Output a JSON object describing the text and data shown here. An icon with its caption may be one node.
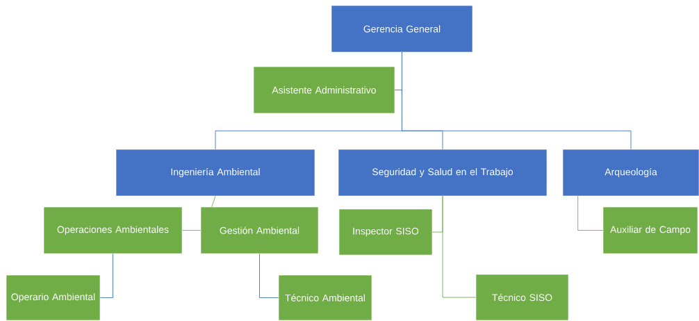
{
  "diagram": {
    "nodes": [
      {
        "text": [
          "Gerencia General"
        ]
      },
      {
        "text": [
          "Asistente Administrativo"
        ]
      },
      {
        "text": [
          "Ingeniería Ambiental"
        ]
      },
      {
        "text": [
          "Seguridad y Salud en el Trabajo"
        ]
      },
      {
        "text": [
          "Arqueología"
        ]
      },
      {
        "text": [
          "Operaciones Ambientales"
        ]
      },
      {
        "text": [
          "Gestión Ambiental"
        ]
      },
      {
        "text": [
          "Inspector SISO"
        ]
      },
      {
        "text": [
          "Auxiliar de Campo"
        ]
      },
      {
        "text": [
          "Operario Ambiental"
        ]
      },
      {
        "text": [
          "Técnico Ambiental"
        ]
      },
      {
        "text": [
          "Técnico SISO"
        ]
      }
    ],
    "edges": [
      {
        "from": 0,
        "to": 1,
        "arrow": "none"
      },
      {
        "from": 0,
        "to": 2,
        "arrow": "none"
      },
      {
        "from": 0,
        "to": 3,
        "arrow": "none"
      },
      {
        "from": 0,
        "to": 4,
        "arrow": "none"
      },
      {
        "from": 2,
        "to": 6,
        "arrow": "none",
        "color": "#70ad47"
      },
      {
        "from": 6,
        "to": 5,
        "arrow": "none",
        "color": "#70ad47"
      },
      {
        "from": 5,
        "to": 9,
        "arrow": "none"
      },
      {
        "from": 6,
        "to": 10,
        "arrow": "none"
      },
      {
        "from": 3,
        "to": 7,
        "arrow": "none",
        "color": "#70ad47"
      },
      {
        "from": 3,
        "to": 11,
        "arrow": "none",
        "color": "#70ad47"
      },
      {
        "from": 4,
        "to": 8,
        "arrow": "none",
        "color": "#70ad47"
      }
    ]
  }
}
